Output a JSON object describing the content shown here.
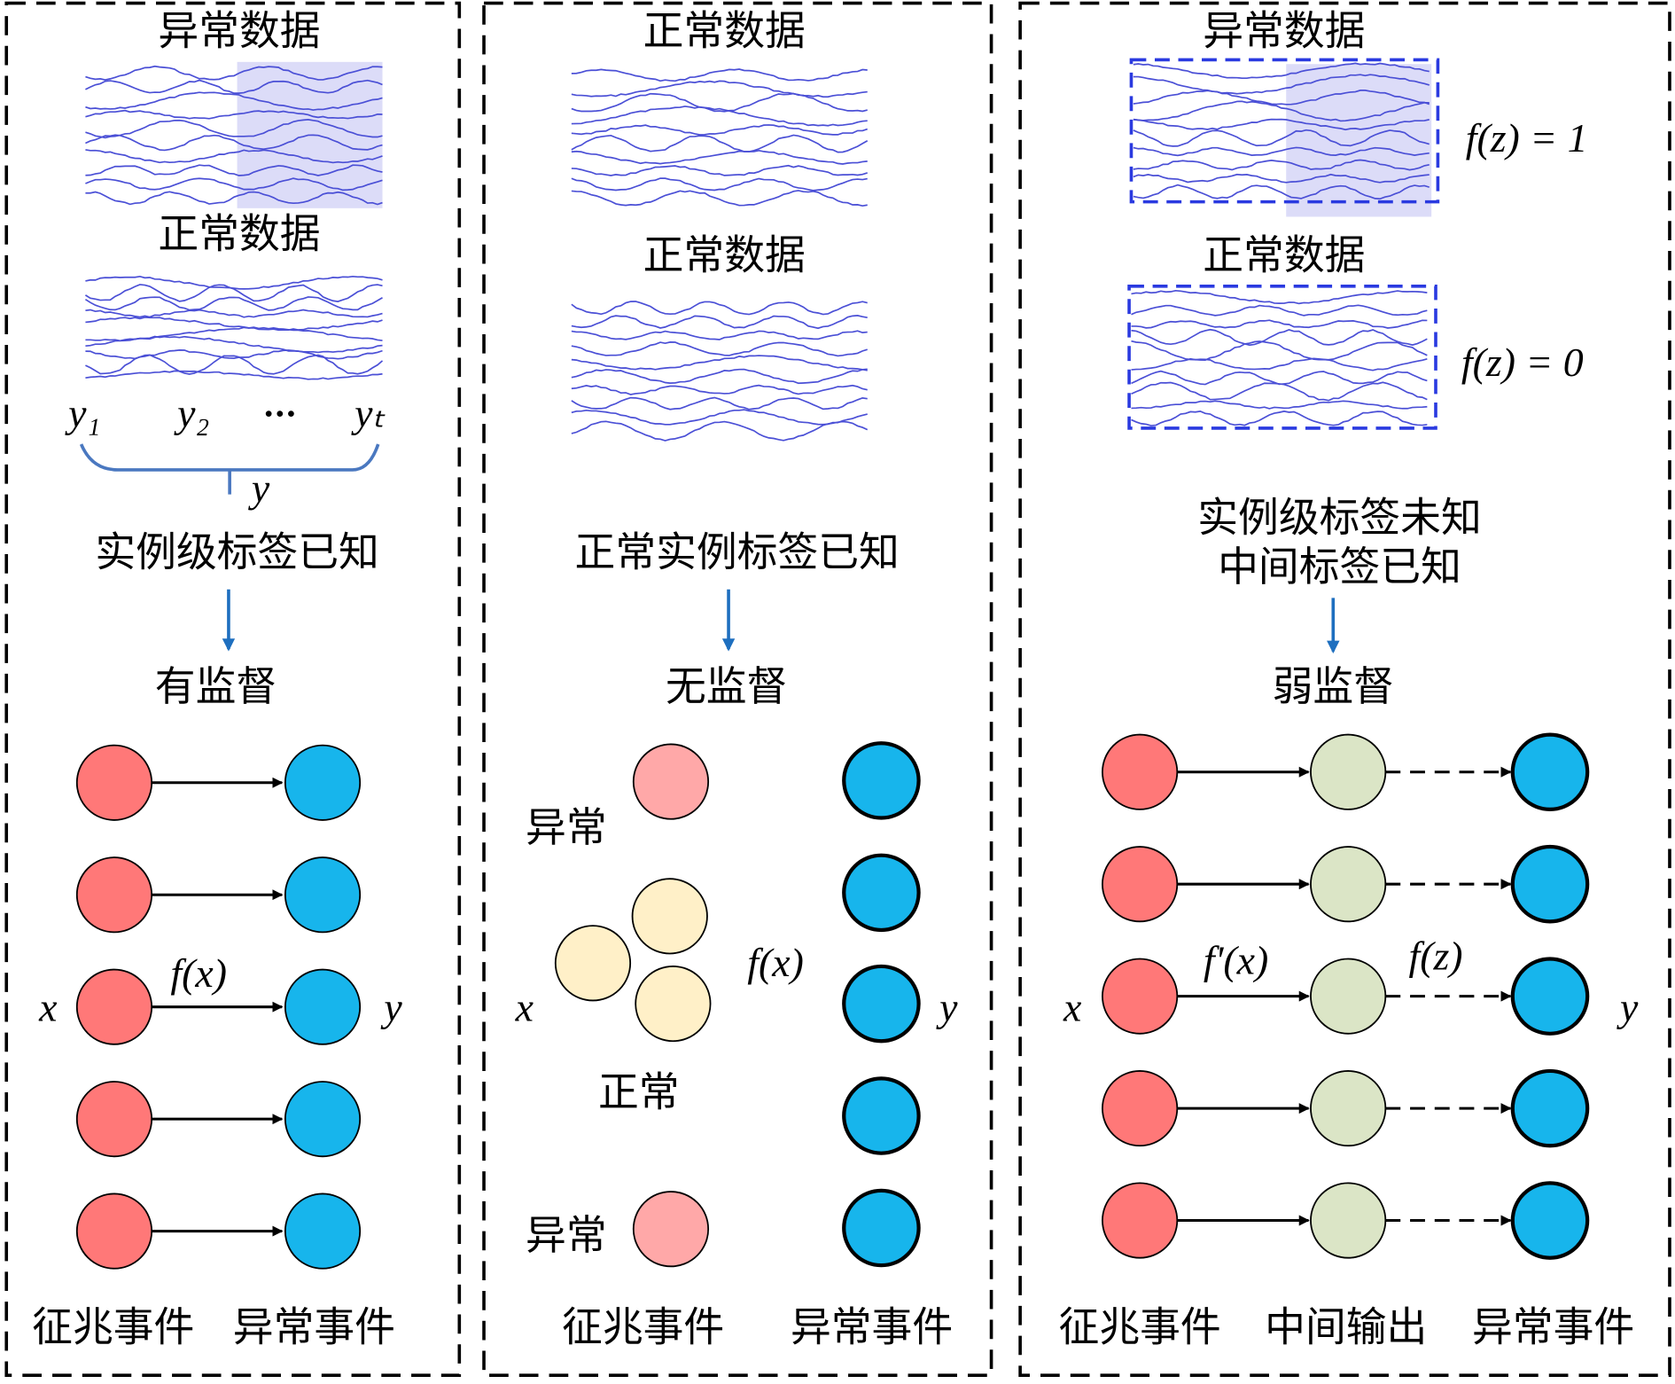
{
  "colors": {
    "wave": "#4a4fd6",
    "highlight": "#dcdcf8",
    "brace": "#4a78c0",
    "arrow_blue": "#1e6fbf",
    "cause": "#ff7878",
    "anomaly_node": "#17b5ec",
    "pink": "#ffa8a8",
    "normal_node": "#fff0c8",
    "intermediate": "#dbe5c6",
    "box_blue": "#2a3ae0"
  },
  "panel1": {
    "anomalous_data": "异常数据",
    "normal_data": "正常数据",
    "y1": "y₁",
    "y2": "y₂",
    "dots": "···",
    "yt": "yₜ",
    "y": "y",
    "label_known": "实例级标签已知",
    "method": "有监督",
    "fx": "f(x)",
    "x": "x",
    "y_node": "y",
    "bottom_left": "征兆事件",
    "bottom_right": "异常事件"
  },
  "panel2": {
    "top_data": "正常数据",
    "normal_data": "正常数据",
    "label_known": "正常实例标签已知",
    "method": "无监督",
    "anomaly_top": "异常",
    "normal": "正常",
    "anomaly_bottom": "异常",
    "fx": "f(x)",
    "x": "x",
    "y_node": "y",
    "bottom_left": "征兆事件",
    "bottom_right": "异常事件"
  },
  "panel3": {
    "anomalous_data": "异常数据",
    "normal_data": "正常数据",
    "fz_1": "f(z) = 1",
    "fz_0": "f(z) = 0",
    "label_line1": "实例级标签未知",
    "label_line2": "中间标签已知",
    "method": "弱监督",
    "fpx": "f'(x)",
    "fz": "f(z)",
    "x": "x",
    "y_node": "y",
    "bottom_left": "征兆事件",
    "bottom_mid": "中间输出",
    "bottom_right": "异常事件"
  }
}
